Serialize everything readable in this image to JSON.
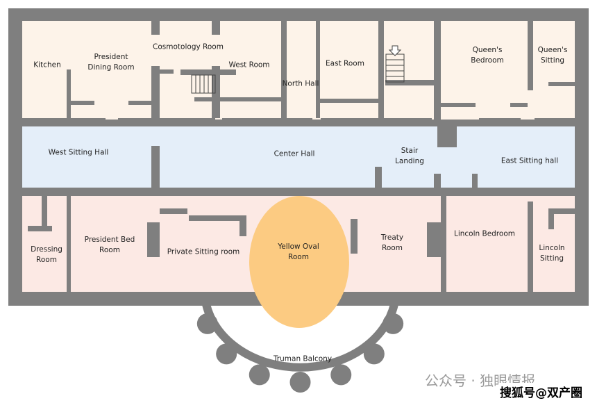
{
  "colors": {
    "wall": "#7f7f7f",
    "private_rooms": "#fdf3e9",
    "hall": "#e4eef9",
    "bedrooms": "#fce9e4",
    "oval": "#fccb82"
  },
  "rooms": {
    "kitchen": "Kitchen",
    "president_dining": "President\nDining Room",
    "cosmotology": "Cosmotology Room",
    "west_room": "West Room",
    "north_hall": "North Hall",
    "east_room": "East Room",
    "queens_bedroom": "Queen's\nBedroom",
    "queens_sitting": "Queen's\nSitting",
    "west_sitting_hall": "West Sitting Hall",
    "center_hall": "Center Hall",
    "stair_landing": "Stair\nLanding",
    "east_sitting_hall": "East Sitting hall",
    "dressing": "Dressing\nRoom",
    "president_bed": "President Bed\nRoom",
    "private_sitting": "Private Sitting room",
    "yellow_oval": "Yellow Oval\nRoom",
    "treaty": "Treaty\nRoom",
    "lincoln_bedroom": "Lincoln Bedroom",
    "lincoln_sitting": "Lincoln\nSitting",
    "truman_balcony": "Truman Balcony"
  },
  "watermark": {
    "line1": "公众号 · 独眼情报",
    "line2": "搜狐号@双产圈"
  }
}
